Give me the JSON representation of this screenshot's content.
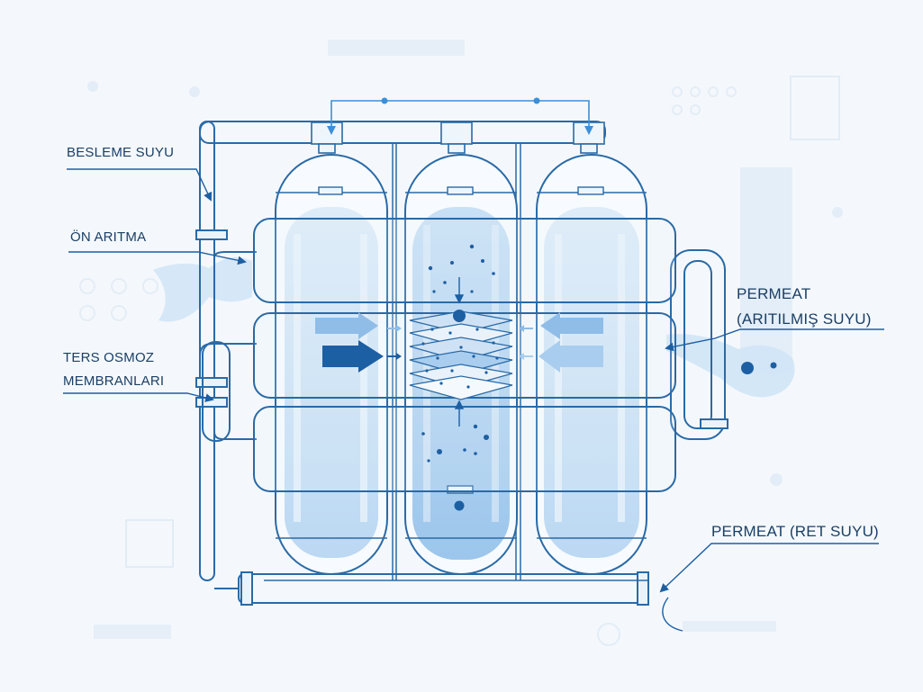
{
  "labels": {
    "feed_water": "BESLEME SUYU",
    "pretreatment": "ÖN ARITMA",
    "membranes_line1": "TERS OSMOZ",
    "membranes_line2": "MEMBRANLARI",
    "permeate_line1": "PERMEAT",
    "permeate_line2": "(ARITILMIŞ SUYU)",
    "reject": "PERMEAT (RET SUYU)"
  },
  "colors": {
    "background": "#f4f8fc",
    "outline": "#2a6aa6",
    "label_text": "#1b3f66",
    "water_light": "#d3e6f7",
    "water_mid": "#a9cdee",
    "accent_dark": "#1d5fa3",
    "arrow_light": "#7fb3e6"
  }
}
